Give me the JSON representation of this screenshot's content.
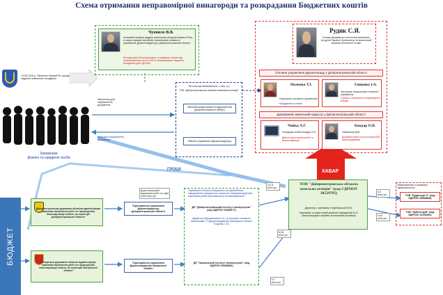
{
  "title": "Схема отримання неправомірної винагороди та розкрадання Бюджетних коштів",
  "top_note": "10.08.2016 р. Панченко Кривий Ріг, прокуратура про надання земельних погоджень",
  "chubulo": {
    "name": "Чувиило В.В.",
    "desc": "колишній керівник відділу земельних ресурсів Кривого Рогу, а також перший заступник начальника головного управління Держгеокадастру у Дніпропетровській області",
    "note": "Безпідставно безпосередньо отримання коштів від уповноважених на те осіб та неправомірне надання погоджень для «ДОЗА»"
  },
  "rudyk": {
    "name": "Рудик С.Я.",
    "desc": "Голова Державного агентства земельних ресурсів України Організатор та фактичний керівник злочинної схеми"
  },
  "gu_title": "Головне управління Держгеокаду у Дніпропетровській області",
  "polienko": {
    "name": "Поленко Т.І.",
    "desc": "Начальник головного управління",
    "role": "Координатор схеми"
  },
  "gashchenko": {
    "name": "Гащенко І.А.",
    "desc": "Заступник начальника головного управління",
    "role": "Сприяє отриманню неправомірної вигоди"
  },
  "dzk_title": "Державний земельний кадастр у Дніпропетровській області",
  "chaika": {
    "name": "Чайка А.Г.",
    "desc": "Посадова особа Бондар О.В.",
    "role": "Дійсне виготовлення КБ та фальсифікація"
  },
  "bondar": {
    "name": "Бондар О.В.",
    "desc": "Начальник ДЗК",
    "role": "Документацію по реєстрації КБЕ фальсифікував"
  },
  "center_box": {
    "line1": "На поки що вимагаються, з тим, а у",
    "line2": "ТОВ \"Дніпропетровська обласна земельна агенція\"",
    "item1": "Землевпорядні приватні підприємства Дніпропетровської області",
    "item2": "Районні управління Держгеокадастру"
  },
  "people_caption1": "Замовники",
  "people_caption2": "фізичні та юридичні особи",
  "arrow_request": "Звернення для оформлення документів",
  "arrow_refusal": "Відмова в оформленні документів",
  "money_label": "ГРОШІ",
  "bribe_label": "ХАБАР",
  "budget_label": "БЮДЖЕТ",
  "dnipro_region": "Дніпропетровська державна обласна адміністрація замовник виконання робіт по проведенню інвентаризації земель на території Дніпропетровської області",
  "zap_region": "Запорізька державна обласна адміністрація замовник виконання робіт по проведенню інвентаризації земель на території Запорізької області",
  "tu_dnipro": "Територіальні управління Держгеокадастру Дніпропетровської області",
  "tu_zap": "Територіальні управління Держгеокадастру Запорізької області",
  "contract_note": "Довгостроковий виконання робіт по сумі 2929 млн.грн.",
  "institute_note": "Переданий технічні документи на проведення оформлення спеціальних технічних документацій для виконання робіт (експертизи) не виконувалися",
  "dp_dnipro": "ДП \"Дніпропетровський інститут землеустрою\" (код ЄДРПОУ 00689177)",
  "dp_dnipro_dir": "Директор Мірошниченко І.А. (є сестрою головного начальника ГУ Держгеокадастру Запорізької області Гащенко І.А.)",
  "dp_zap": "ДП \"Запорізький інститут землеустрою\" (код ЄДРПОУ 00698896)",
  "agency": {
    "name": "ТОВ \"Дніпропетровська обласна земельна агенція\" (код ЄДРПОУ 38529795)",
    "director": "Директор і засновник Голубовський М.Ю.",
    "note": "Засновник та фактичний керівник Звиадзький М.О. (безпосередньо перевів злочинними коштами)"
  },
  "sub_title": "Підприємства з ознаками «фіктивності»",
  "sub1": "ТОВ \"Будресурс К\" (код ЄДРПОУ 39898855)",
  "sub2": "ТОВ \"Кайтострой\" (код ЄДРПОУ 31296960)",
  "amounts": {
    "a1": "13,11 млн.грн",
    "a2": "6,9 млн.грн.",
    "a3": "6,95 млн.грн",
    "a4": "14,6 млн.грн",
    "a5": "5,7 млн.грн"
  },
  "chart_data": null
}
